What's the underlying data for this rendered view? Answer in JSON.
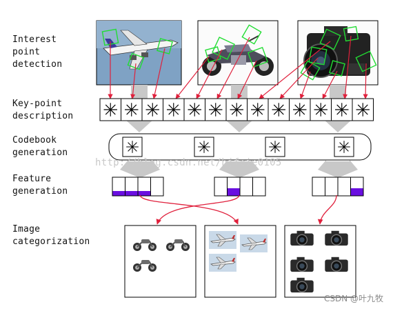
{
  "stages": {
    "detection": "Interest\npoint\ndetection",
    "description": "Key-point\ndescription",
    "codebook": "Codebook\ngeneration",
    "feature": "Feature\ngeneration",
    "categorization": "Image\ncategorization"
  },
  "watermark": "http://blog.csdn.net/hjfeie0105",
  "credit": "CSDN @叶九牧",
  "colors": {
    "arrow_gray": "#c8c8c8",
    "link_red": "#e0203c",
    "bar_purple": "#6a0fe0",
    "keypoint_green": "#22dd33"
  },
  "histograms": [
    {
      "bins": [
        1,
        1,
        1,
        0
      ]
    },
    {
      "bins": [
        0,
        1,
        0,
        0
      ]
    },
    {
      "bins": [
        0,
        0,
        0,
        1
      ]
    }
  ],
  "category_icons": [
    [
      "motorcycle-icon",
      "motorcycle-icon",
      "motorcycle-icon"
    ],
    [
      "airplane-icon",
      "airplane-icon",
      "airplane-icon"
    ],
    [
      "camera-icon",
      "camera-icon",
      "camera-icon",
      "camera-icon",
      "camera-icon"
    ]
  ]
}
